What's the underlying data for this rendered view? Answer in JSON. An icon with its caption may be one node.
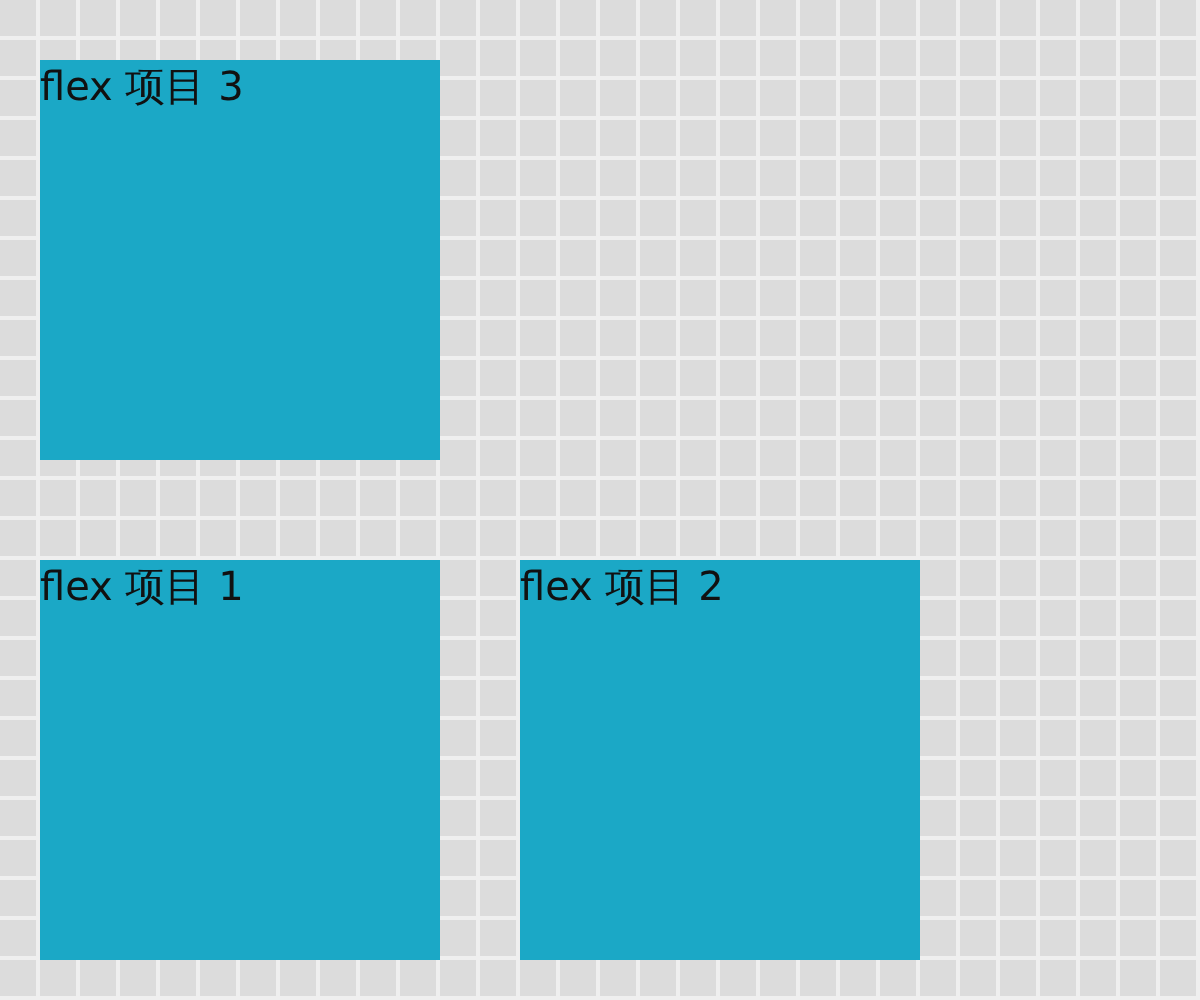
{
  "diagram": {
    "nodes": [
      {
        "text": [
          "flex 项目 3"
        ]
      },
      {
        "text": [
          "flex 项目 1"
        ]
      },
      {
        "text": [
          "flex 项目 2"
        ]
      }
    ]
  }
}
